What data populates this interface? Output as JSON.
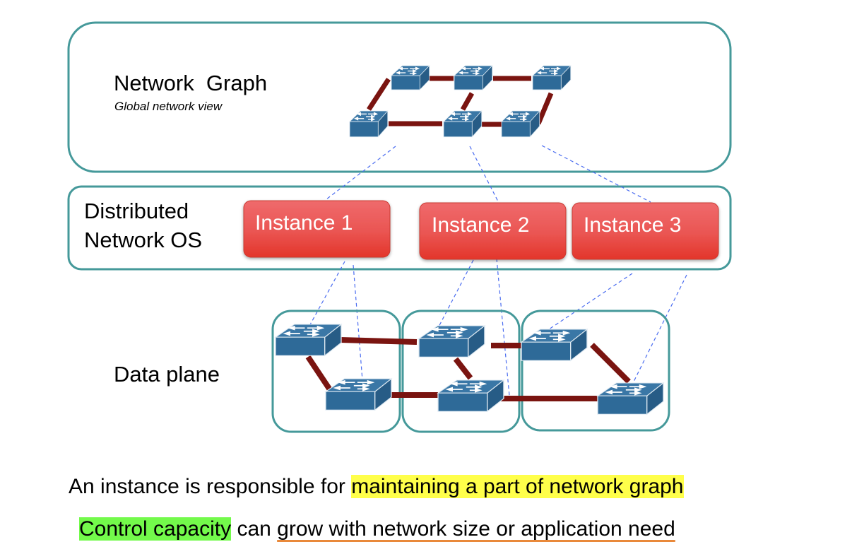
{
  "layers": {
    "network_graph": {
      "title": "Network  Graph",
      "subtitle": "Global network view"
    },
    "network_os": {
      "title_line1": "Distributed",
      "title_line2": "Network OS",
      "instances": [
        {
          "label": "Instance 1"
        },
        {
          "label": "Instance 2"
        },
        {
          "label": "Instance 3"
        }
      ]
    },
    "data_plane": {
      "title": "Data plane",
      "partitions": 3,
      "switches_per_partition": 2
    }
  },
  "captions": {
    "line1_prefix": "An instance is responsible for ",
    "line1_highlight": "maintaining a part of network graph",
    "line2_highlight": "Control capacity",
    "line2_mid": " can ",
    "line2_underlined": "grow with network size or application need"
  },
  "colors": {
    "box_border": "#45999a",
    "switch_fill": "#2e6a98",
    "link": "#7a1410",
    "instance_fill": "#e8453c",
    "mapping_line": "#4a6cf0",
    "highlight_yellow": "#ffff4a",
    "highlight_green": "#73fa4b",
    "underline_orange": "#e9893a"
  }
}
